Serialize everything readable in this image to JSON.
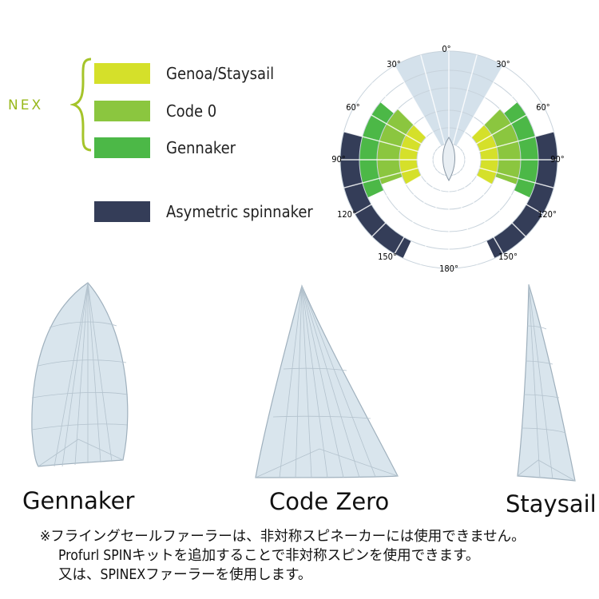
{
  "logo_text": "NEX",
  "legend": [
    {
      "label": "Genoa/Staysail",
      "color": "#d5e02a"
    },
    {
      "label": "Code 0",
      "color": "#8bc63f"
    },
    {
      "label": "Gennaker",
      "color": "#4cb847"
    },
    {
      "label": "Asymetric spinnaker",
      "color": "#343d58"
    }
  ],
  "polar": {
    "angle_labels_left": [
      "0°",
      "30°",
      "60°",
      "90°",
      "120°",
      "150°",
      "180°"
    ],
    "angle_labels_right": [
      "30°",
      "60°",
      "90°",
      "120°",
      "150°"
    ],
    "sectors": [
      {
        "series": "Genoa/Staysail",
        "from_deg": 45,
        "to_deg": 120
      },
      {
        "series": "Code 0",
        "from_deg": 45,
        "to_deg": 110
      },
      {
        "series": "Gennaker",
        "from_deg": 50,
        "to_deg": 115
      },
      {
        "series": "Asymetric spinnaker",
        "from_deg": 75,
        "to_deg": 155
      }
    ],
    "no_go_zone_deg": 30
  },
  "sails": [
    {
      "name": "Gennaker"
    },
    {
      "name": "Code Zero"
    },
    {
      "name": "Staysail"
    }
  ],
  "notes": [
    "※フライングセールファーラーは、非対称スピネーカーには使用できません。",
    "Profurl SPINキットを追加することで非対称スピンを使用できます。",
    "又は、SPINEXファーラーを使用します。"
  ]
}
